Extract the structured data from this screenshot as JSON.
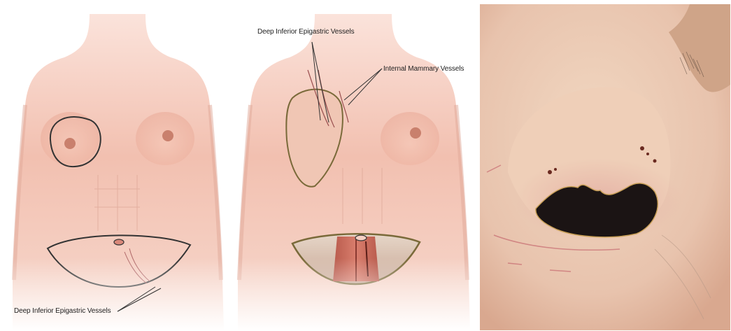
{
  "panels": {
    "illustration": {
      "labels": {
        "top_left": "Deep Inferior Epigastric Vessels",
        "top_right": "Internal Mammary Vessels",
        "bottom": "Deep Inferior Epigastric Vessels"
      }
    },
    "photo": {}
  }
}
